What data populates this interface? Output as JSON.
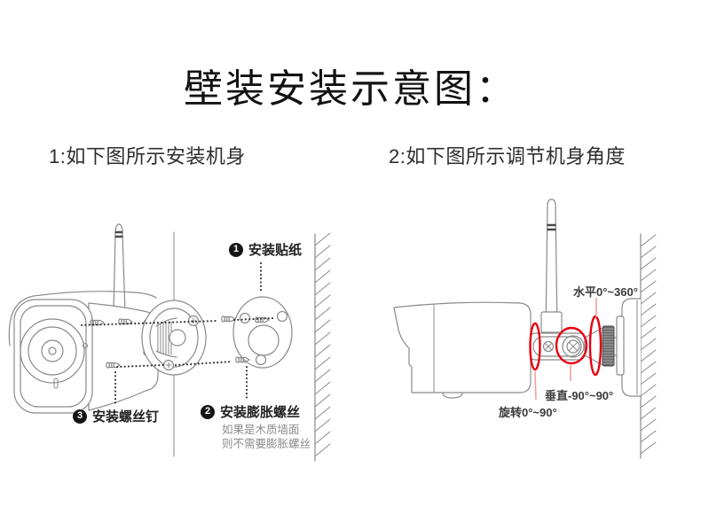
{
  "title": "壁装安装示意图：",
  "step1": {
    "heading": "1:如下图所示安装机身",
    "labels": {
      "sticker": {
        "badge": "1",
        "text": "安装贴纸"
      },
      "expansion": {
        "badge": "2",
        "text": "安装膨胀螺丝"
      },
      "expansion_note": [
        "如果是木质墙面",
        "则不需要膨胀螺丝"
      ],
      "screws": {
        "badge": "3",
        "text": "安装螺丝钉"
      }
    }
  },
  "step2": {
    "heading": "2:如下图所示调节机身角度",
    "labels": {
      "horizontal": "水平0°~360°",
      "vertical": "垂直-90°~90°",
      "rotation": "旋转0°~90°"
    }
  },
  "colors": {
    "line_gray": "#8a8a8a",
    "text_dark": "#2f2f2f",
    "note_gray": "#8c8c8c",
    "highlight_red": "#e60012",
    "leader_pink": "#f2a0a0",
    "background": "#ffffff"
  }
}
